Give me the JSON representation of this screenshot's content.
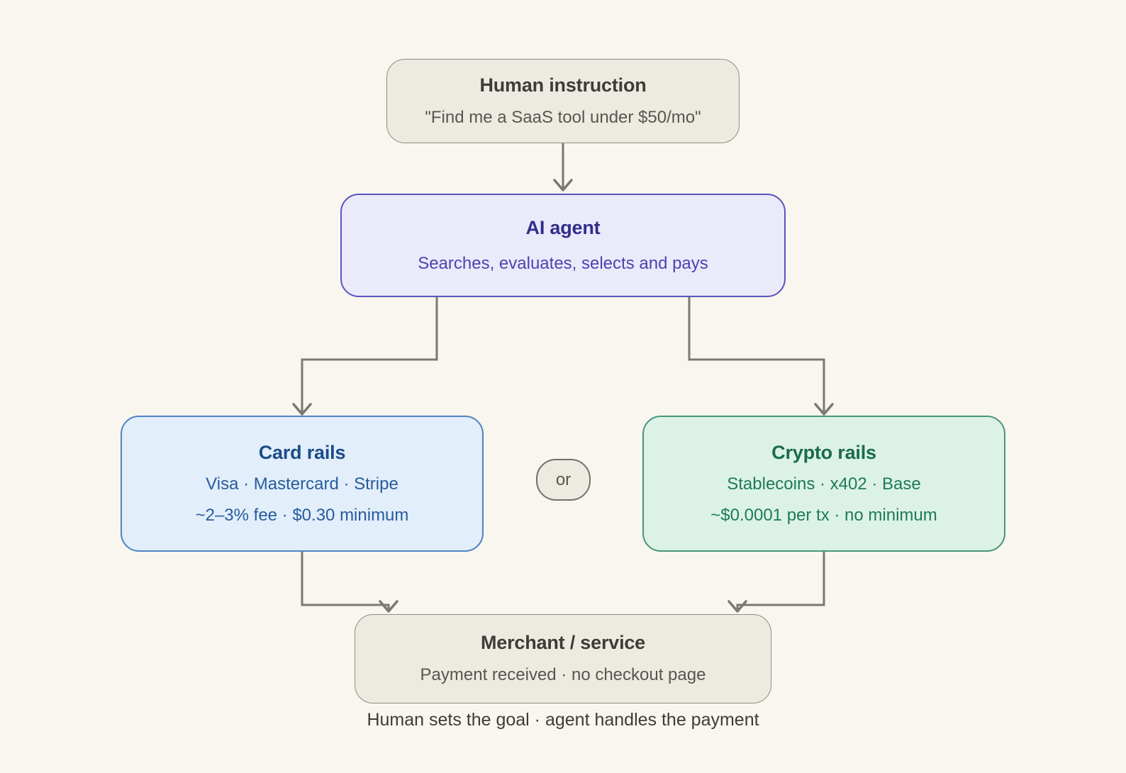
{
  "diagram_title": "",
  "nodes": {
    "human": {
      "title": "Human instruction",
      "subtitle": "\"Find me a SaaS tool under $50/mo\""
    },
    "agent": {
      "title": "AI agent",
      "subtitle": "Searches, evaluates, selects and pays"
    },
    "card": {
      "title": "Card rails",
      "lines": [
        "Visa · Mastercard · Stripe",
        "~2–3% fee · $0.30 minimum"
      ]
    },
    "crypto": {
      "title": "Crypto rails",
      "lines": [
        "Stablecoins · x402 · Base",
        "~$0.0001 per tx · no minimum"
      ]
    },
    "merchant": {
      "title": "Merchant / service",
      "subtitle": "Payment received · no checkout page"
    }
  },
  "or_label": "or",
  "caption": "Human sets the goal · agent handles the payment",
  "colors": {
    "background": "#f8f6ef",
    "neutral_fill": "#edeae1",
    "neutral_border": "#8f8c82",
    "neutral_title": "#3d3c37",
    "neutral_text": "#57564f",
    "agent_fill": "#ebeafa",
    "agent_border": "#5a53c2",
    "agent_title": "#332d8d",
    "agent_text": "#4a43b2",
    "card_fill": "#e2eefa",
    "card_border": "#4f83c2",
    "card_title": "#1b4d87",
    "card_text": "#275c9e",
    "crypto_fill": "#dcf2e7",
    "crypto_border": "#47957c",
    "crypto_title": "#1a6b4e",
    "crypto_text": "#1e7a58",
    "connector": "#7a7971",
    "caption_text": "#3d3c37"
  }
}
